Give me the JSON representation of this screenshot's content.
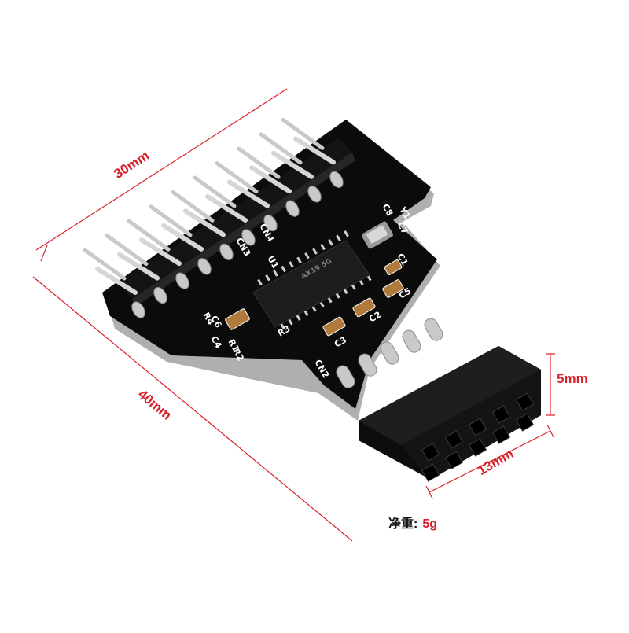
{
  "colors": {
    "dimension": "#d8202a",
    "pcb": "#0b0b0b",
    "pin": "#c9c9cc",
    "silkscreen": "#ffffff",
    "capacitor": "#b07a3c"
  },
  "dimensions": {
    "width_top": "30mm",
    "width_side": "40mm",
    "height": "5mm",
    "depth": "13mm"
  },
  "weight": {
    "label": "净重:",
    "value": "5g"
  },
  "silkscreen": {
    "cn2": "CN2",
    "cn3": "CN3",
    "cn4": "CN4",
    "u1": "U1",
    "y1": "Y1",
    "c1": "C1",
    "c2": "C2",
    "c3": "C3",
    "c4": "C4",
    "c5": "C5",
    "c6": "C6",
    "c7": "C7",
    "c8": "C8",
    "r1": "R1",
    "r2": "R2",
    "r3": "R3",
    "r4": "R4"
  }
}
